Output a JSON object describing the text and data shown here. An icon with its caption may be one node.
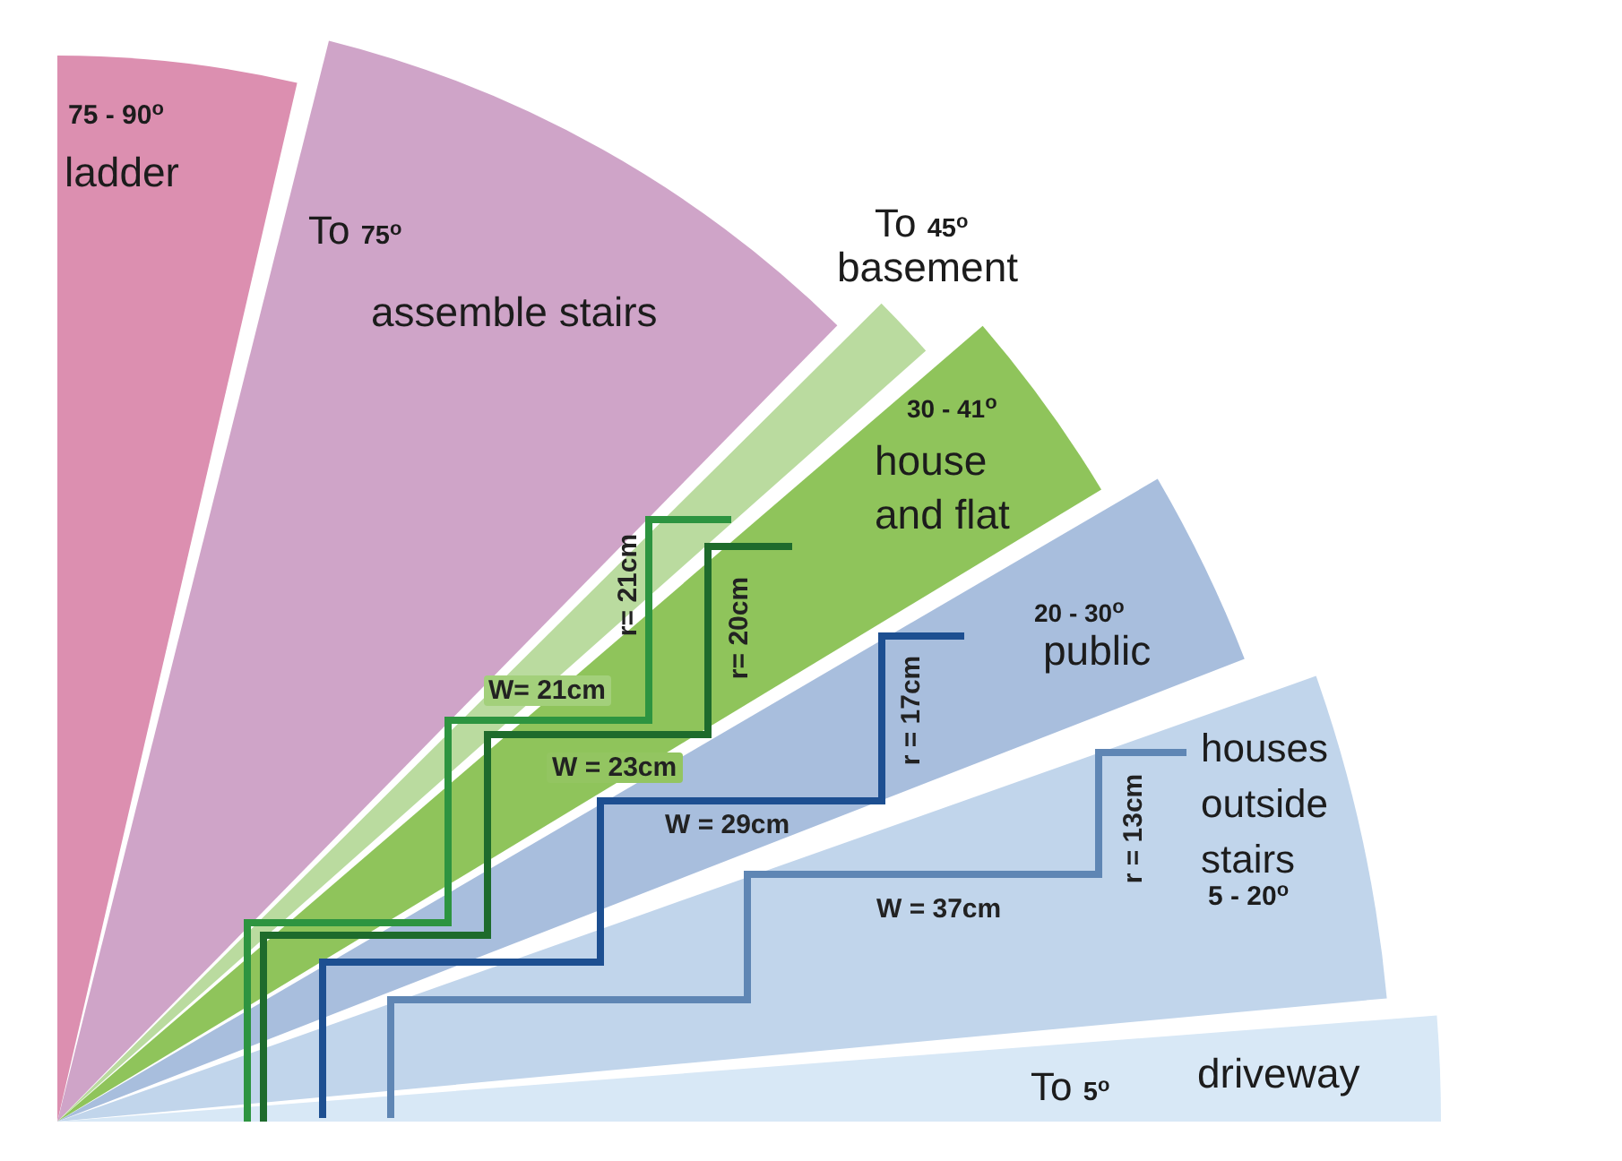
{
  "diagram": {
    "nodes": [
      {
        "text": [
          "75 - 90$^{o}$",
          "ladder"
        ]
      },
      {
        "text": [
          "To **75**$^{o}$",
          "assemble stairs"
        ]
      },
      {
        "text": [
          "To **45**$^{o}$",
          "basement"
        ]
      },
      {
        "text": [
          "30 - 41$^{o}$",
          "house and flat"
        ]
      },
      {
        "text": [
          "20 - 30$^{o}$",
          "public"
        ]
      },
      {
        "text": [
          "houses outside stairs",
          "5 - 20$^{o}$"
        ]
      },
      {
        "text": [
          "To **5**$^{o}$",
          "driveway"
        ]
      }
    ],
    "labels": [
      "r= 21cm",
      "r= 20cm",
      "W= 21cm",
      "r = 17cm",
      "W = 23cm",
      "r = 13cm",
      "W = 29cm",
      "W = 37cm"
    ]
  }
}
